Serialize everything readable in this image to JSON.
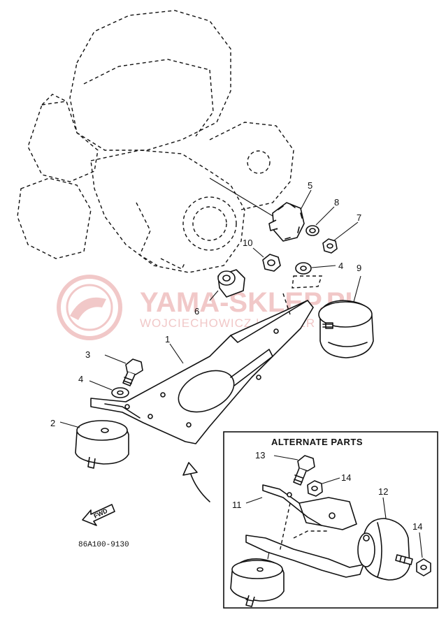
{
  "callouts": {
    "n1": "1",
    "n2": "2",
    "n3": "3",
    "n4a": "4",
    "n4b": "4",
    "n5": "5",
    "n6": "6",
    "n7": "7",
    "n8": "8",
    "n9": "9",
    "n10": "10",
    "n11": "11",
    "n12": "12",
    "n13": "13",
    "n14a": "14",
    "n14b": "14"
  },
  "alternate_box": {
    "title": "ALTERNATE PARTS"
  },
  "forward_marker": {
    "label": "FWD"
  },
  "figure_code": "86A100-9130",
  "watermark": {
    "brand": "YAMA-SKLEP.PL",
    "subtitle": "WOJCIECHOWICZ | DEALER YAMAHA",
    "color": "#f1c8c8"
  }
}
